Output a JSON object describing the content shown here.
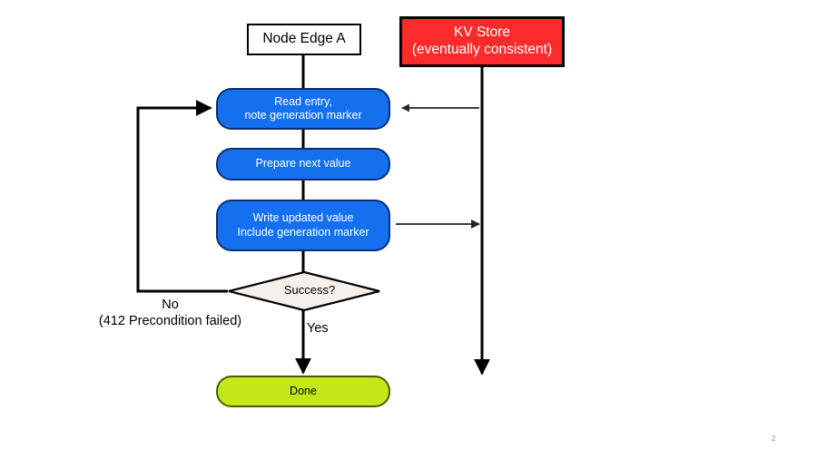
{
  "slide": {
    "page_number": "2",
    "background_color": "#ffffff"
  },
  "actors": [
    {
      "id": "node-edge-a",
      "label": "Node Edge A",
      "fill": "#ffffff",
      "text_color": "#000000",
      "shape": "rectangle"
    },
    {
      "id": "kv-store",
      "label": "KV Store\n(eventually consistent)",
      "fill": "#fc2b2b",
      "text_color": "#ffffff",
      "shape": "rectangle"
    }
  ],
  "process_steps": [
    {
      "id": "proc-read",
      "label": "Read entry,\nnote generation marker",
      "fill": "#1570ef",
      "text_color": "#ffffff",
      "shape": "rounded-rectangle"
    },
    {
      "id": "proc-prepare",
      "label": "Prepare next value",
      "fill": "#1570ef",
      "text_color": "#ffffff",
      "shape": "rounded-rectangle"
    },
    {
      "id": "proc-write",
      "label": "Write updated value\nInclude generation marker",
      "fill": "#1570ef",
      "text_color": "#ffffff",
      "shape": "rounded-rectangle"
    }
  ],
  "decision": {
    "id": "decision-success",
    "label": "Success?",
    "fill": "#f5f0eb",
    "text_color": "#000000",
    "shape": "diamond"
  },
  "terminal": {
    "id": "terminal-done",
    "label": "Done",
    "fill": "#c3e818",
    "text_color": "#000000",
    "shape": "rounded-rectangle"
  },
  "edge_labels": {
    "no_branch": "No\n(412 Precondition failed)",
    "yes_branch": "Yes"
  },
  "connectors": [
    {
      "id": "node-to-read",
      "from": "node-edge-a",
      "to": "proc-read",
      "direction": "down",
      "arrowhead": false
    },
    {
      "id": "read-to-prepare",
      "from": "proc-read",
      "to": "proc-prepare",
      "direction": "down",
      "arrowhead": false
    },
    {
      "id": "prepare-to-write",
      "from": "proc-prepare",
      "to": "proc-write",
      "direction": "down",
      "arrowhead": false
    },
    {
      "id": "write-to-decision",
      "from": "proc-write",
      "to": "decision-success",
      "direction": "down",
      "arrowhead": false
    },
    {
      "id": "kvstore-to-read",
      "from": "kv-store",
      "to": "proc-read",
      "direction": "left",
      "arrowhead": true
    },
    {
      "id": "write-to-kvstore",
      "from": "proc-write",
      "to": "kv-store",
      "direction": "right",
      "arrowhead": true
    },
    {
      "id": "decision-no-loop",
      "from": "decision-success",
      "to": "proc-read",
      "direction": "left-up-right",
      "arrowhead": true
    },
    {
      "id": "decision-yes-to-done",
      "from": "decision-success",
      "to": "terminal-done",
      "direction": "down",
      "arrowhead": true
    },
    {
      "id": "kvstore-lifeline",
      "from": "kv-store",
      "to": "timeline-end",
      "direction": "down",
      "arrowhead": true
    }
  ]
}
